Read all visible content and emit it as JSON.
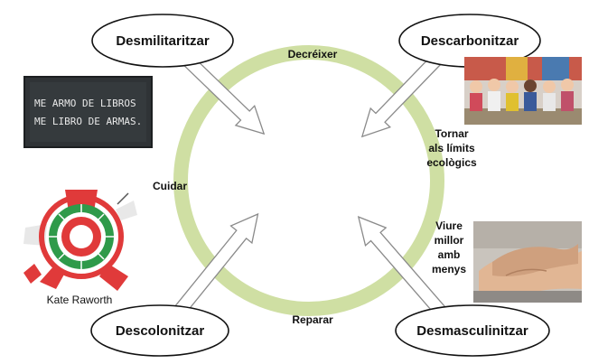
{
  "diagram": {
    "ring_color": "#cfdfa3",
    "nodes": {
      "desmilitaritzar": "Desmilitaritzar",
      "descarbonitzar": "Descarbonitzar",
      "descolonitzar": "Descolonitzar",
      "desmasculinitzar": "Desmasculinitzar"
    },
    "ring_labels": {
      "top": "Decréixer",
      "left": "Cuidar",
      "bottom": "Reparar"
    },
    "side_labels": {
      "limits": [
        "Tornar",
        "als límits",
        "ecològics"
      ],
      "viure": [
        "Viure",
        "millor",
        "amb",
        "menys"
      ]
    },
    "chalkboard_text": [
      "ME ARMO DE LIBROS",
      "ME LIBRO DE ARMAS."
    ],
    "author_caption": "Kate Raworth"
  }
}
